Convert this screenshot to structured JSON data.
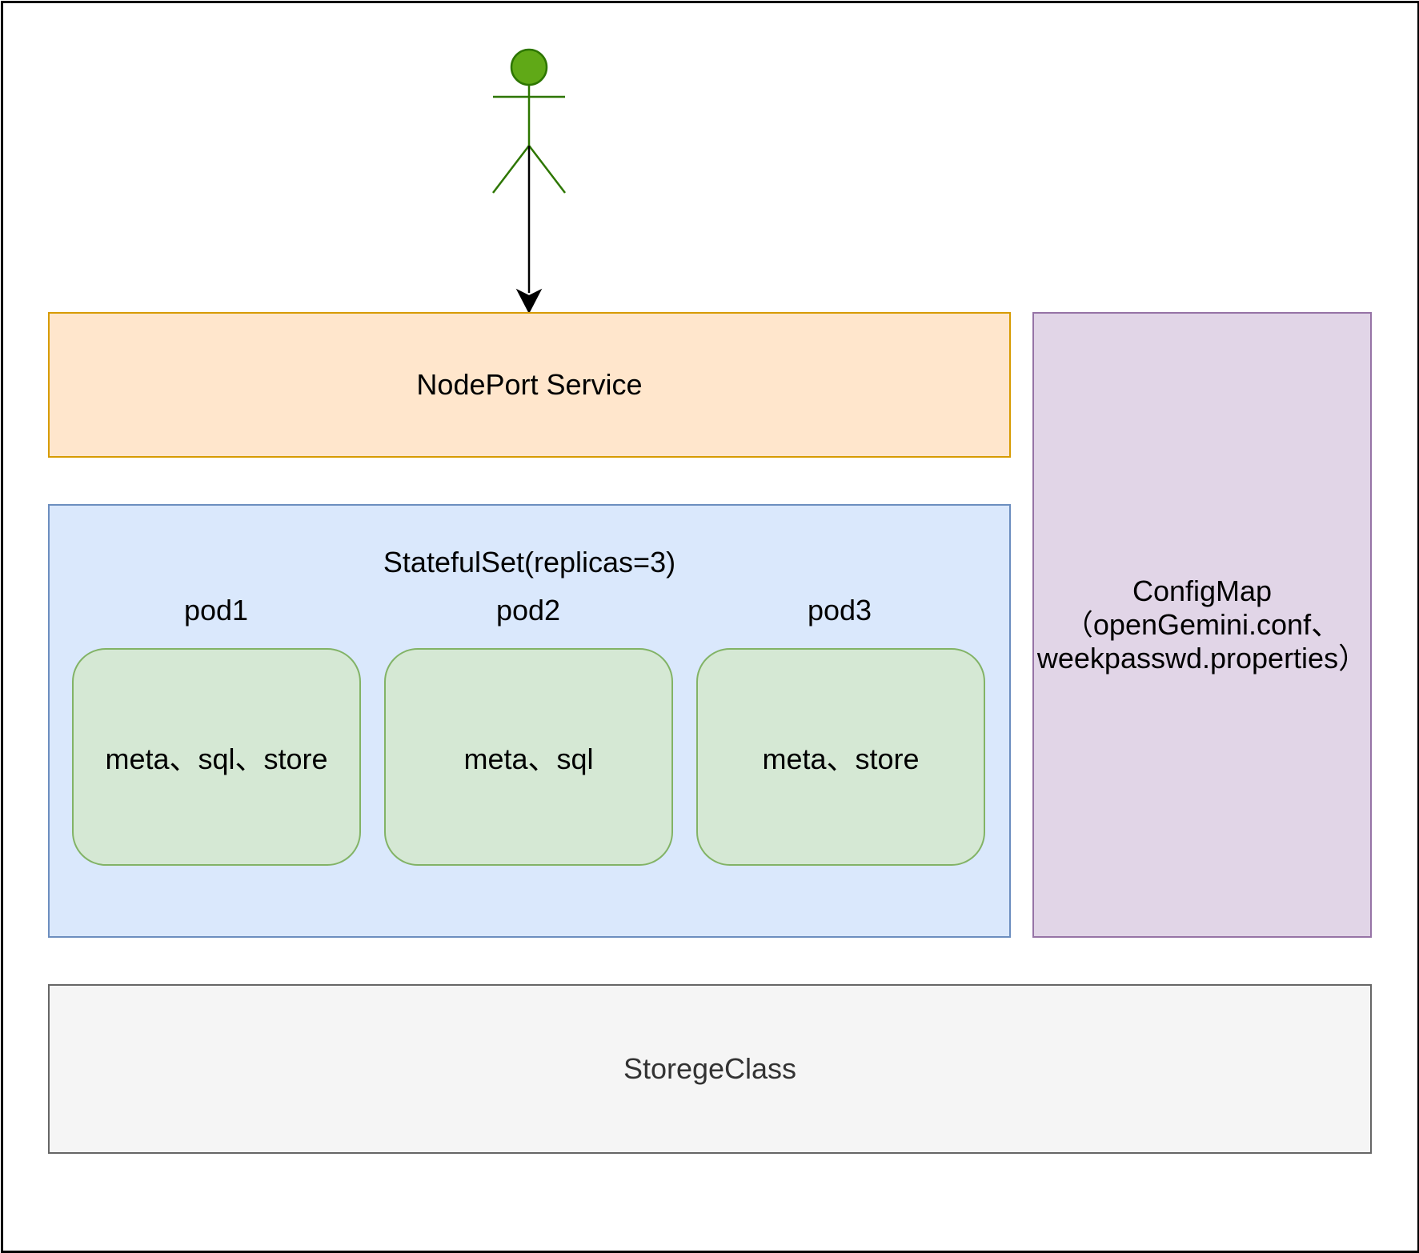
{
  "actor": {
    "icon": "stick-figure-user-icon",
    "color": "#4d9900",
    "fill": "#60a917",
    "stroke": "#2d7600"
  },
  "nodeport": {
    "label": "NodePort Service"
  },
  "statefulset": {
    "title": "StatefulSet(replicas=3)",
    "pods": [
      {
        "name": "pod1",
        "content": "meta、sql、store"
      },
      {
        "name": "pod2",
        "content": "meta、sql"
      },
      {
        "name": "pod3",
        "content": "meta、store"
      }
    ]
  },
  "configmap": {
    "line1": "ConfigMap",
    "line2": "（openGemini.conf、",
    "line3": "weekpasswd.properties）"
  },
  "storage": {
    "label": "StoregeClass"
  },
  "colors": {
    "nodeport_fill": "#ffe6cc",
    "nodeport_stroke": "#d79b00",
    "statefulset_fill": "#dae8fc",
    "statefulset_stroke": "#6c8ebf",
    "pod_fill": "#d5e8d4",
    "pod_stroke": "#82b366",
    "configmap_fill": "#e1d5e7",
    "configmap_stroke": "#9673a6",
    "storage_fill": "#f5f5f5",
    "storage_stroke": "#666666"
  }
}
